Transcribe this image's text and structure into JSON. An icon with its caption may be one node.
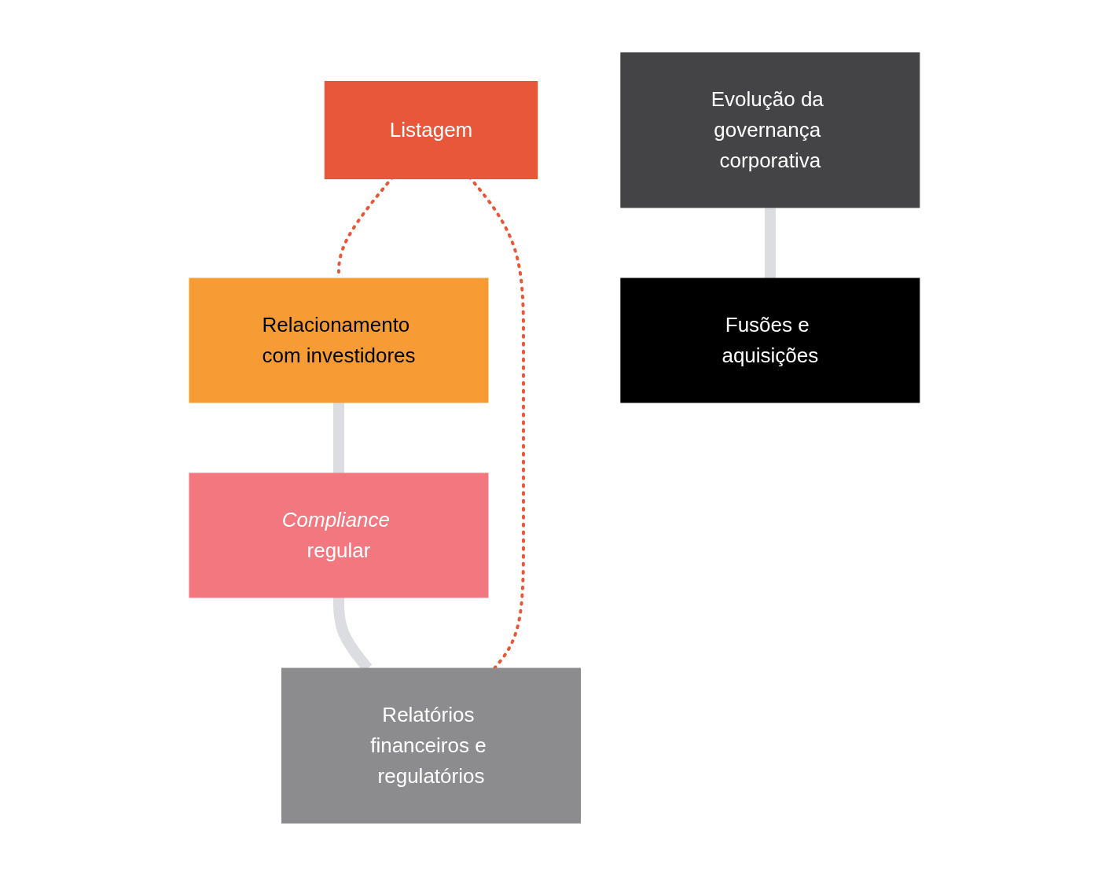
{
  "diagram": {
    "nodes": [
      {
        "text": [
          "Listagem"
        ]
      },
      {
        "text": [
          "Relacionamento com investidores"
        ]
      },
      {
        "text": [
          "*Compliance* regular"
        ]
      },
      {
        "text": [
          "Relatórios financeiros e regulatórios"
        ]
      },
      {
        "text": [
          "Evolução da governança corporativa"
        ]
      },
      {
        "text": [
          "Fusões e aquisições"
        ]
      }
    ],
    "edges": [
      {
        "from": 0,
        "to": 1,
        "arrow": "none",
        "style": "dashed",
        "color": "#e8573a"
      },
      {
        "from": 0,
        "to": 3,
        "arrow": "none",
        "style": "dashed",
        "color": "#e8573a"
      },
      {
        "from": 1,
        "to": 2,
        "arrow": "none"
      },
      {
        "from": 2,
        "to": 3,
        "arrow": "none"
      },
      {
        "from": 4,
        "to": 5,
        "arrow": "none"
      }
    ]
  }
}
